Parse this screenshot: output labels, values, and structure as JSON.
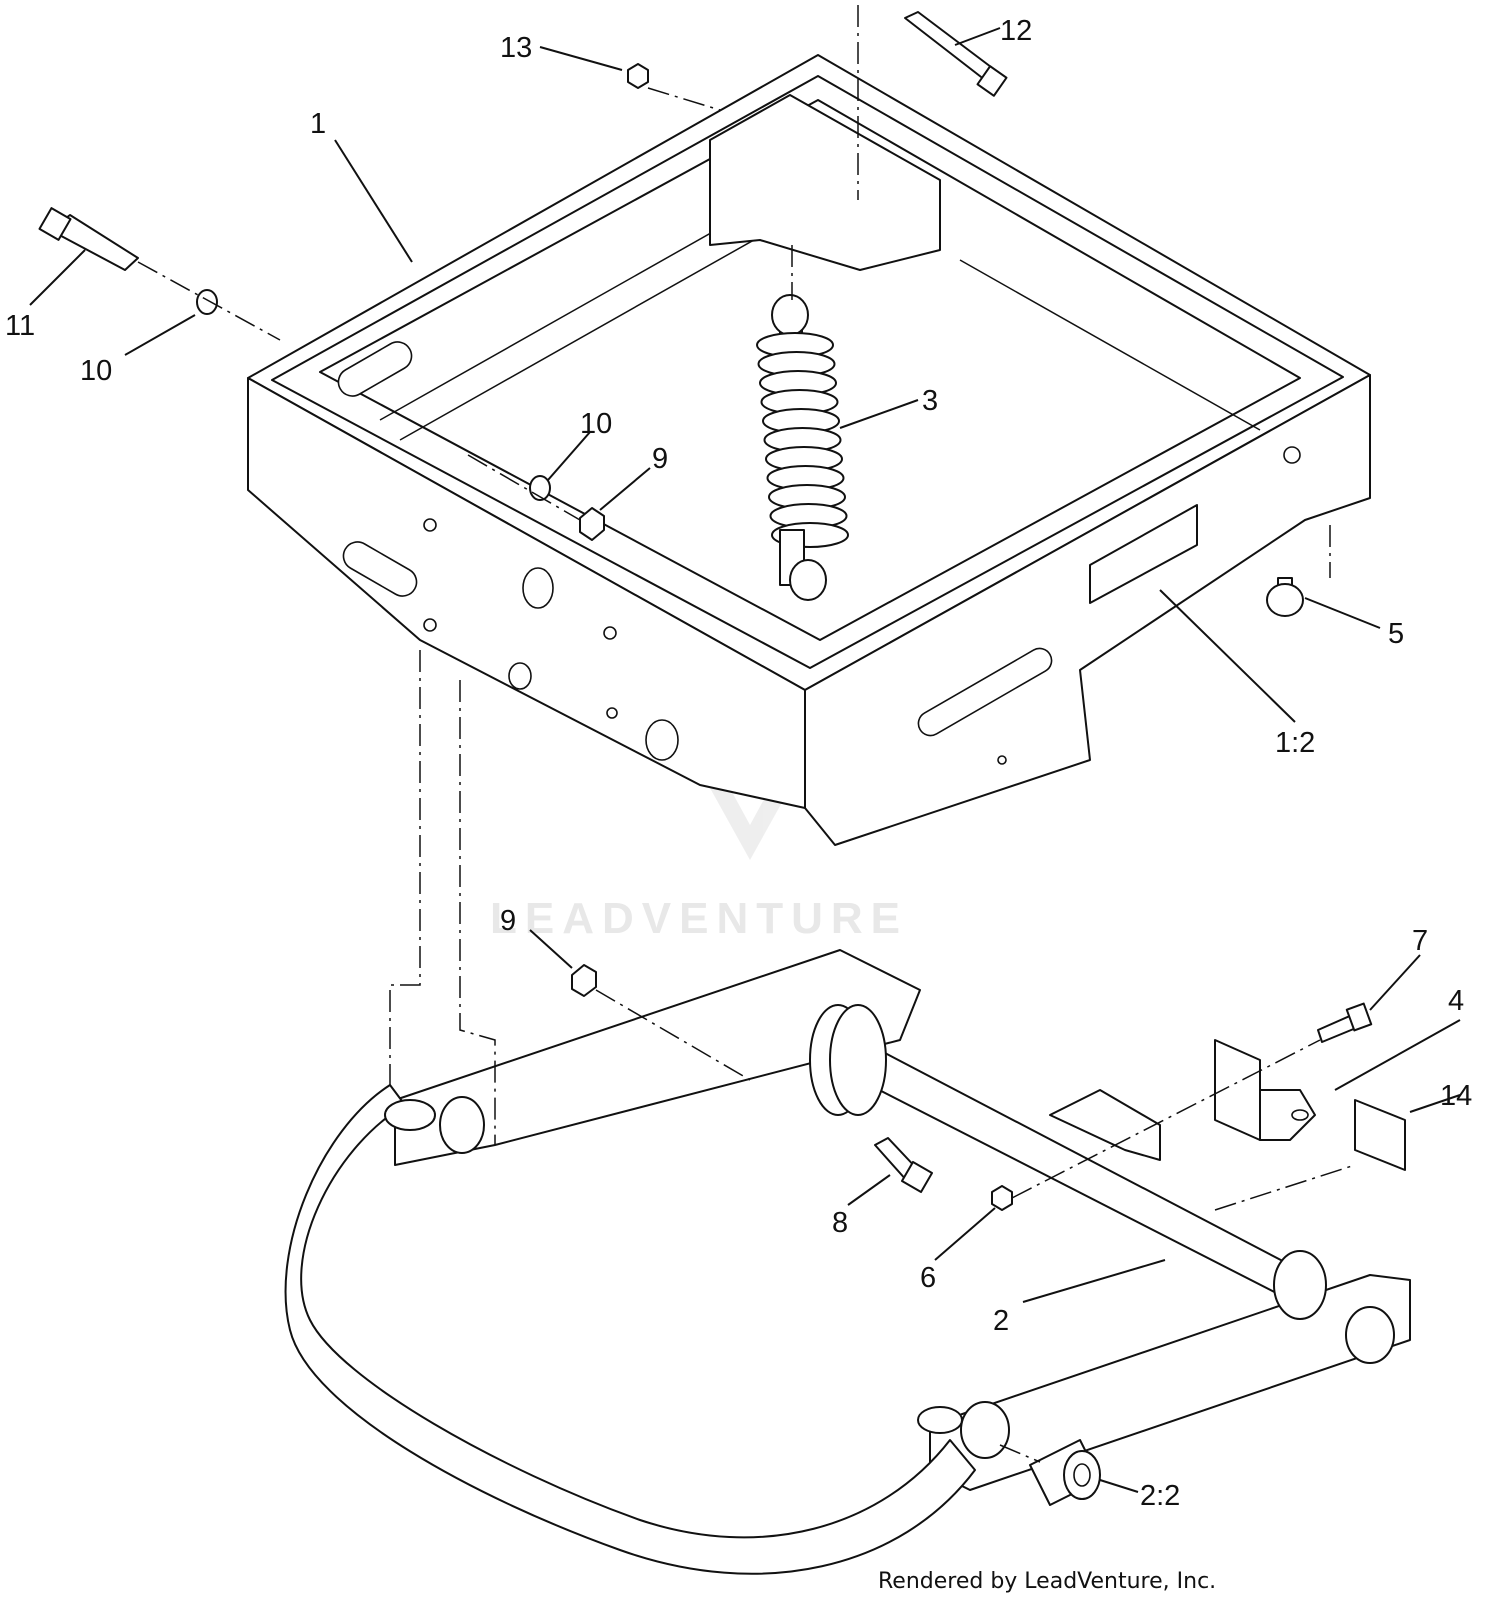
{
  "watermark": {
    "text": "LEADVENTURE"
  },
  "credit": {
    "text": "Rendered by LeadVenture, Inc."
  },
  "callouts": [
    {
      "id": "1",
      "label": "1"
    },
    {
      "id": "1-2",
      "label": "1:2"
    },
    {
      "id": "2",
      "label": "2"
    },
    {
      "id": "2-2",
      "label": "2:2"
    },
    {
      "id": "3",
      "label": "3"
    },
    {
      "id": "4",
      "label": "4"
    },
    {
      "id": "5",
      "label": "5"
    },
    {
      "id": "6",
      "label": "6"
    },
    {
      "id": "7",
      "label": "7"
    },
    {
      "id": "8",
      "label": "8"
    },
    {
      "id": "9-top",
      "label": "9"
    },
    {
      "id": "9-bottom",
      "label": "9"
    },
    {
      "id": "10-left",
      "label": "10"
    },
    {
      "id": "10-mid",
      "label": "10"
    },
    {
      "id": "11",
      "label": "11"
    },
    {
      "id": "12",
      "label": "12"
    },
    {
      "id": "13",
      "label": "13"
    },
    {
      "id": "14",
      "label": "14"
    }
  ]
}
